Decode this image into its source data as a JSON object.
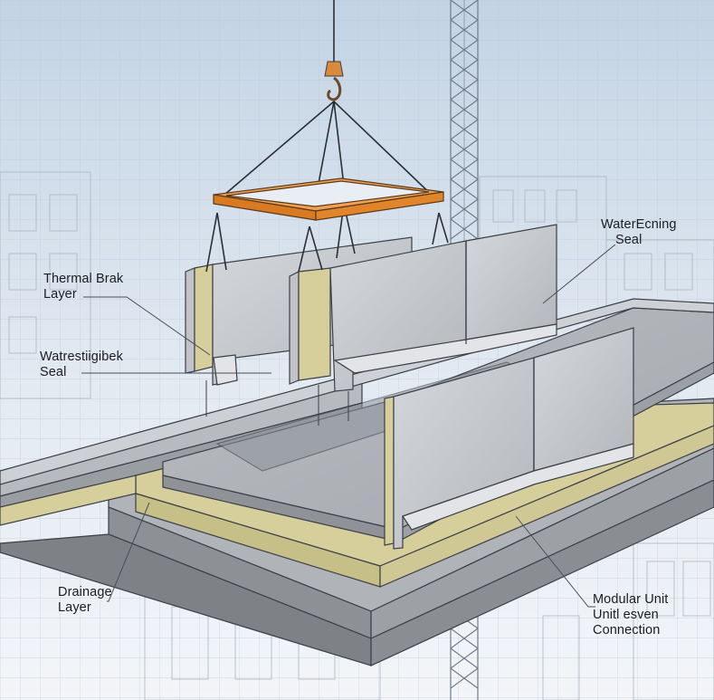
{
  "diagram": {
    "subject": "Modular unit lifted by crane onto prepared slab with layered joint details",
    "colors": {
      "sky_top": "#c9d7e6",
      "sky_bottom": "#eef2f7",
      "grid": "#b9c9da",
      "spreader_beam": "#e58a2e",
      "concrete": "#c4c7cb",
      "concrete_dark": "#8c9095",
      "insulation": "#d6cf9c",
      "outline": "#3b3f46"
    }
  },
  "labels": {
    "waterproofing_seal": {
      "line1": "WaterEcning",
      "line2": "Seal"
    },
    "thermal_break": {
      "line1": "Thermal Brak",
      "line2": "Layer"
    },
    "watertight_seal": {
      "line1": "Watrestiigibek",
      "line2": "Seal"
    },
    "drainage": {
      "line1": "Drainage",
      "line2": "Layer"
    },
    "connection": {
      "line1": "Modular Unit",
      "line2": "Unitl esven",
      "line3": "Connection"
    }
  }
}
